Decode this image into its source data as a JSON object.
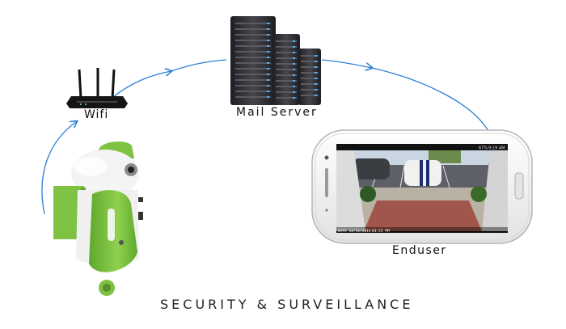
{
  "labels": {
    "wifi": "Wifi",
    "mail_server": "Mail Server",
    "enduser": "Enduser"
  },
  "footer": "SECURITY & SURVEILLANCE",
  "phone_status": {
    "time": "9:19 AM",
    "battery": "67%",
    "overlay_date": "DATE 12/11/2014",
    "overlay_time": "03:21 PM"
  },
  "colors": {
    "arrow": "#2f7fd4",
    "robot_green": "#7dc242",
    "server": "#2a2a2e"
  },
  "icons": [
    "wifi-router-icon",
    "server-rack-icon",
    "smartphone-icon",
    "robot-camera-icon"
  ]
}
